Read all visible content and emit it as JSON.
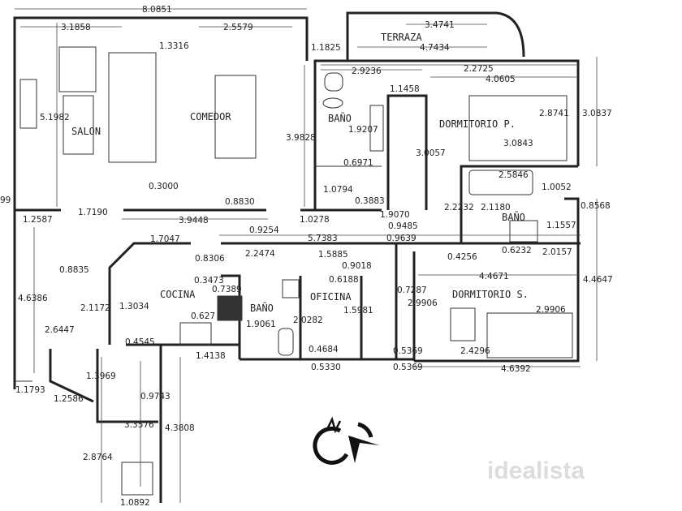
{
  "watermark": "idealista",
  "rooms": [
    "SALON",
    "COMEDOR",
    "BAÑO",
    "TERRAZA",
    "DORMITORIO P.",
    "BAÑO",
    "COCINA",
    "BAÑO",
    "OFICINA",
    "DORMITORIO S."
  ],
  "dims": [
    "8.0851",
    "3.1858",
    "2.5579",
    "1.3316",
    "1.1825",
    "3.4741",
    "4.7434",
    "5.1982",
    "3.9828",
    "2.9236",
    "1.1458",
    "1.9207",
    "3.0057",
    "0.6971",
    "1.0794",
    "0.3883",
    "1.9070",
    "0.9485",
    "2.2725",
    "4.0605",
    "2.8741",
    "3.0837",
    "3.0843",
    "2.5846",
    "1.0052",
    "2.2232",
    "2.1180",
    "0.8568",
    "1.1557",
    "0.3000",
    "0.8830",
    "1.7190",
    "3.9448",
    "1.2587",
    "0.9254",
    "1.0278",
    "5.7383",
    "0.9639",
    "1.7047",
    "0.8306",
    "2.2474",
    "1.5885",
    "0.9018",
    "0.4256",
    "0.6232",
    "2.0157",
    "4.4671",
    "4.4647",
    "0.8835",
    "0.3473",
    "0.6188",
    "0.7287",
    "2.9906",
    "2.9906",
    "4.6386",
    "0.7389",
    "2.1172",
    "1.3034",
    "0.627",
    "1.9061",
    "2.0282",
    "1.5981",
    "2.6447",
    "0.4545",
    "1.4138",
    "0.4684",
    "0.5369",
    "2.4296",
    "0.5330",
    "0.5369",
    "4.6392",
    "1.3969",
    "1.1793",
    "1.2586",
    "0.9743",
    "3.3576",
    "4.3808",
    "2.8764",
    "1.0892",
    "99"
  ],
  "colors": {
    "wall": "#222222",
    "line": "#444444"
  }
}
